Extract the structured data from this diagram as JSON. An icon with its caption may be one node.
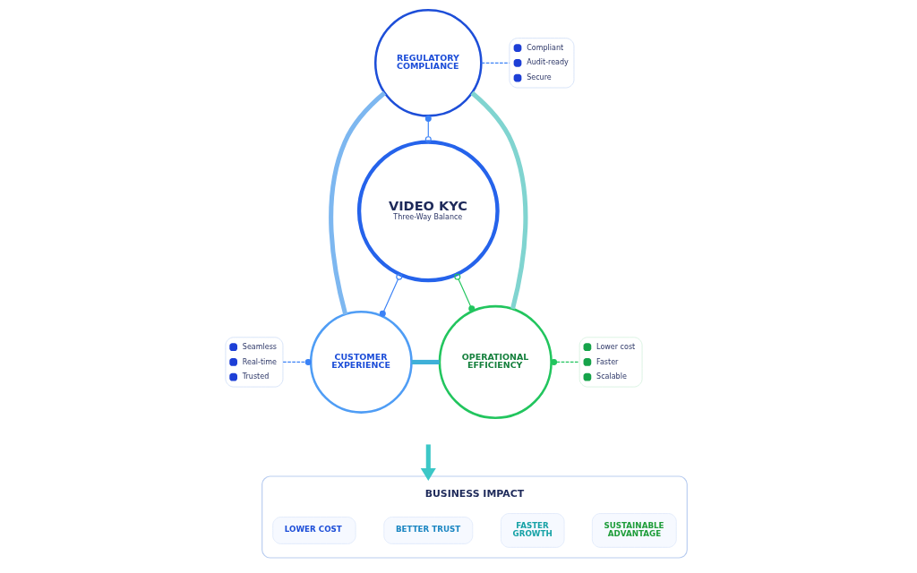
{
  "diagram": {
    "nodes": [
      {
        "text": [
          "REGULATORY COMPLIANCE"
        ]
      },
      {
        "text": [
          "Compliant",
          "Audit-ready",
          "Secure"
        ]
      },
      {
        "text": [
          "VIDEO KYC",
          "Three-Way Balance"
        ]
      },
      {
        "text": [
          "CUSTOMER EXPERIENCE"
        ]
      },
      {
        "text": [
          "Seamless",
          "Real-time",
          "Trusted"
        ]
      },
      {
        "text": [
          "OPERATIONAL EFFICIENCY"
        ]
      },
      {
        "text": [
          "Lower cost",
          "Faster",
          "Scalable"
        ]
      },
      {
        "text": [
          "BUSINESS IMPACT"
        ]
      },
      {
        "text": [
          "LOWER COST"
        ],
        "in": 7
      },
      {
        "text": [
          "BETTER TRUST"
        ],
        "in": 7
      },
      {
        "text": [
          "FASTER GROWTH"
        ],
        "in": 7
      },
      {
        "text": [
          "SUSTAINABLE ADVANTAGE"
        ],
        "in": 7
      }
    ],
    "edges": [
      {
        "from": 0,
        "to": 1,
        "arrow": "none",
        "style": "dashed"
      },
      {
        "from": 0,
        "to": 2,
        "arrow": "other"
      },
      {
        "from": 4,
        "to": 3,
        "arrow": "other",
        "style": "dashed"
      },
      {
        "from": 2,
        "to": 3,
        "arrow": "other"
      },
      {
        "from": 5,
        "to": 6,
        "arrow": "other",
        "style": "dashed",
        "color": "#22c55e"
      },
      {
        "from": 2,
        "to": 5,
        "arrow": "other",
        "color": "#22c55e"
      },
      {
        "from": 0,
        "to": 3,
        "arrow": "none",
        "style": "thick",
        "color": "#7db7f0"
      },
      {
        "from": 0,
        "to": 5,
        "arrow": "none",
        "style": "thick",
        "color": "#80d4d0"
      },
      {
        "from": 3,
        "to": 5,
        "arrow": "none",
        "style": "thick",
        "color": "#3fb0d8"
      },
      {
        "from": null,
        "to": 7,
        "arrow": "to",
        "style": "thick",
        "color": "#3cc7c7"
      }
    ]
  }
}
